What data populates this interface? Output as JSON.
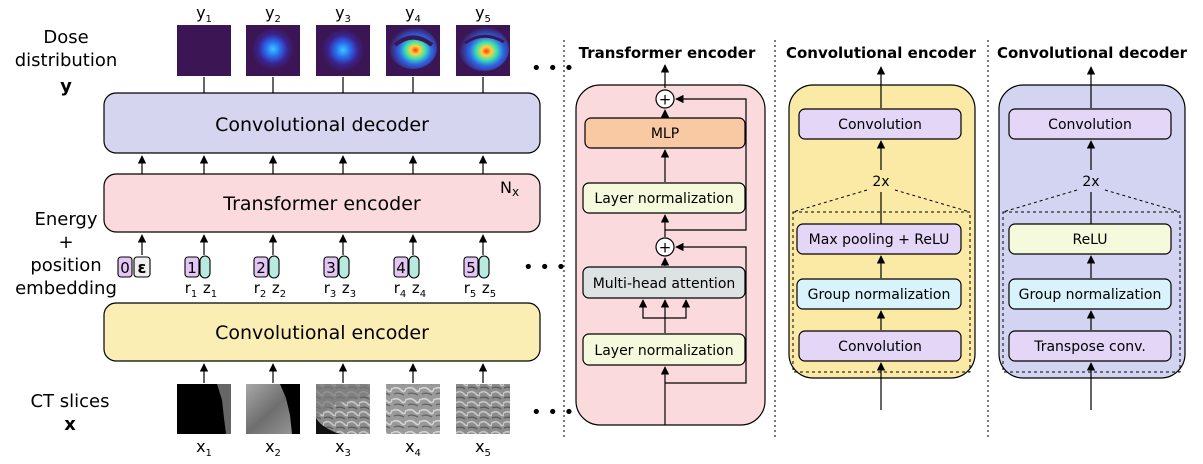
{
  "left": {
    "output_label": {
      "line1": "Dose",
      "line2": "distribution",
      "line3": "y"
    },
    "embedding_label": {
      "line1": "Energy",
      "line2": "+",
      "line3": "position",
      "line4": "embedding"
    },
    "input_label": {
      "line1": "CT slices",
      "line2": "x"
    },
    "decoder_block": "Convolutional decoder",
    "transformer_block": "Transformer encoder",
    "repeat_label": "Nx",
    "encoder_block": "Convolutional encoder",
    "energy_token": {
      "pos": "0",
      "energy": "ε"
    },
    "y_labels": [
      "y1",
      "y2",
      "y3",
      "y4",
      "y5"
    ],
    "x_labels": [
      "x1",
      "x2",
      "x3",
      "x4",
      "x5"
    ],
    "pos_tokens": [
      "1",
      "2",
      "3",
      "4",
      "5"
    ],
    "r_labels": [
      "r1",
      "r2",
      "r3",
      "r4",
      "r5"
    ],
    "z_labels": [
      "z1",
      "z2",
      "z3",
      "z4",
      "z5"
    ],
    "ellipsis": "• • •"
  },
  "transformer_panel": {
    "title": "Transformer encoder",
    "mlp": "MLP",
    "layer_norm_top": "Layer normalization",
    "attention": "Multi-head attention",
    "layer_norm_bottom": "Layer normalization",
    "plus": "+"
  },
  "conv_encoder_panel": {
    "title": "Convolutional encoder",
    "conv_top": "Convolution",
    "repeat": "2x",
    "pool": "Max pooling + ReLU",
    "group_norm": "Group normalization",
    "conv_bottom": "Convolution"
  },
  "conv_decoder_panel": {
    "title": "Convolutional decoder",
    "conv_top": "Convolution",
    "repeat": "2x",
    "relu": "ReLU",
    "group_norm": "Group normalization",
    "transpose": "Transpose conv."
  },
  "colors": {
    "decoder": "#d5d5f0",
    "transformer": "#fadadd",
    "encoder": "#fbeeb5",
    "mlp": "#f9c9a4",
    "layer_norm": "#f4fadb",
    "attention": "#dde3e3",
    "conv_panel_bg": "#fbe9a6",
    "conv_block": "#e3d6f7",
    "group_norm": "#d8f3fb",
    "decoder_panel_bg": "#d3d3f2",
    "relu": "#f4fadb",
    "pos_token": "#e3c6f3",
    "z_token": "#b9eadf",
    "dose_bg": "#3c1654"
  }
}
